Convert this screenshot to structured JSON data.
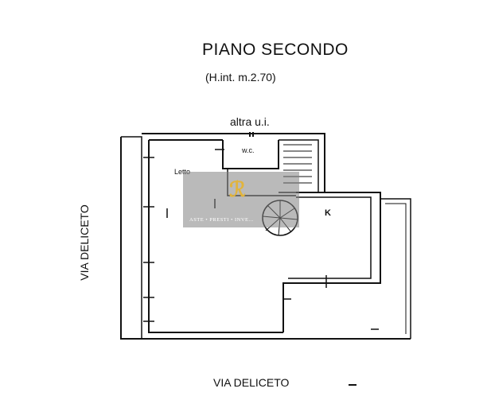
{
  "title": "PIANO SECONDO",
  "subtitle": "(H.int. m.2.70)",
  "top_label": "altra u.i.",
  "rooms": {
    "wc": "w.c.",
    "bedroom": "Letto",
    "kitchen": "K"
  },
  "street_left": "VIA DELICETO",
  "street_bottom": "VIA DELICETO",
  "watermark": {
    "text": "ASTE • PRESTI • INVE...",
    "logo_color": "#e2b43c"
  },
  "colors": {
    "line": "#111111",
    "background": "#ffffff"
  }
}
